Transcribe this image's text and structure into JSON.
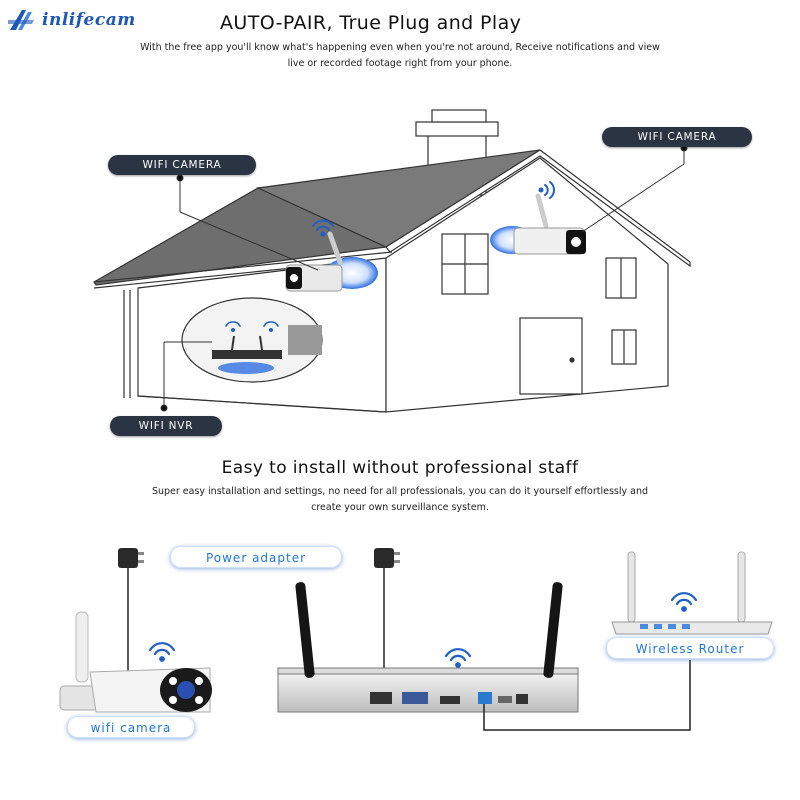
{
  "brand": {
    "name": "inlifecam",
    "accent": "#1d57b8"
  },
  "section1": {
    "title": "AUTO-PAIR, True Plug and Play",
    "subtitle_line1": "With the free app you'll know what's happening even when you're not around, Receive notifications and view",
    "subtitle_line2": "live or recorded footage right from your phone.",
    "labels": {
      "wifi_camera_left": "WIFI CAMERA",
      "wifi_camera_right": "WIFI CAMERA",
      "wifi_nvr": "WIFI NVR"
    }
  },
  "section2": {
    "title": "Easy to install without professional staff",
    "subtitle_line1": "Super easy installation and settings, no need for all professionals, you can do it yourself effortlessly and",
    "subtitle_line2": "create your own surveillance system.",
    "labels": {
      "power_adapter": "Power adapter",
      "wireless_router": "Wireless Router",
      "wifi_camera": "wifi camera"
    }
  },
  "colors": {
    "dark_label": "#2a3442",
    "light_label_text": "#1f78e0",
    "wifi_signal": "#1f5fc8",
    "roof": "#6e6e6e"
  },
  "icons": [
    "logo-icon",
    "wifi-signal-icon",
    "camera-icon",
    "nvr-icon",
    "router-icon",
    "power-plug-icon"
  ]
}
